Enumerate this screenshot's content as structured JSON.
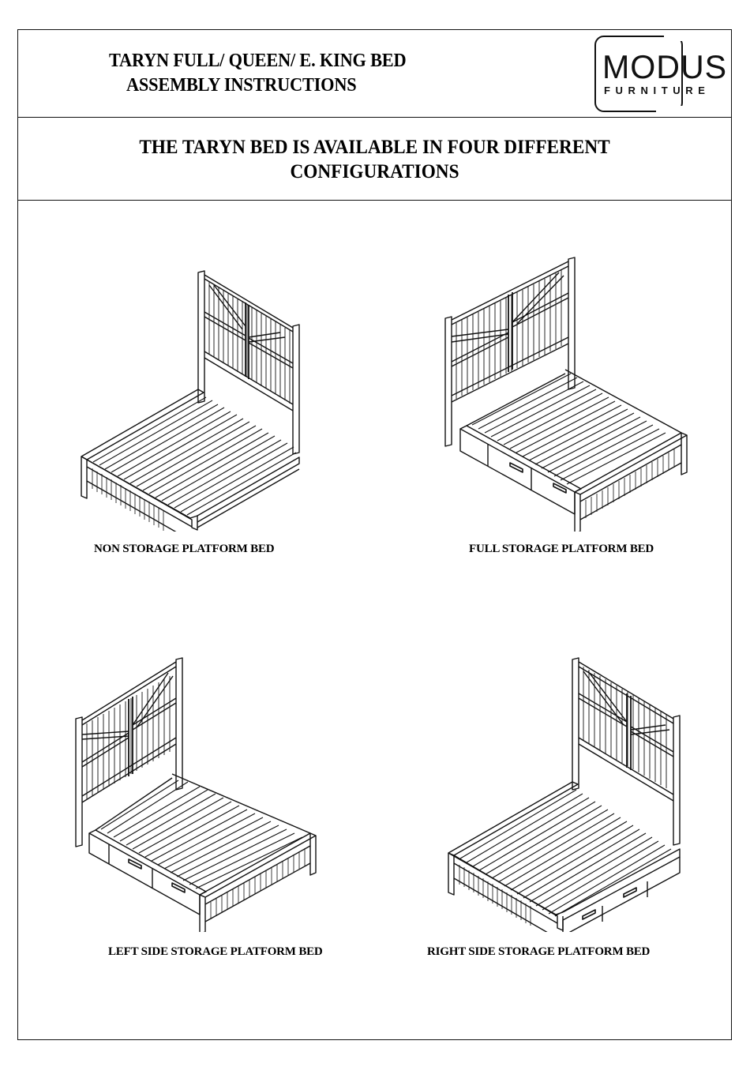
{
  "header": {
    "title_line1": "TARYN FULL/ QUEEN/ E. KING BED",
    "title_line2": "ASSEMBLY INSTRUCTIONS",
    "logo": {
      "brand": "MODUS",
      "sub": "FURNITURE"
    }
  },
  "intro": {
    "line1": "THE TARYN BED IS AVAILABLE IN FOUR DIFFERENT",
    "line2": "CONFIGURATIONS"
  },
  "configurations": [
    {
      "caption": "NON STORAGE PLATFORM BED",
      "orientation": "headboard-right",
      "drawers": "none"
    },
    {
      "caption": "FULL STORAGE PLATFORM BED",
      "orientation": "headboard-left",
      "drawers": "both-sides"
    },
    {
      "caption": "LEFT SIDE STORAGE PLATFORM BED",
      "orientation": "headboard-left",
      "drawers": "left-side"
    },
    {
      "caption": "RIGHT SIDE STORAGE PLATFORM BED",
      "orientation": "headboard-right",
      "drawers": "right-side"
    }
  ]
}
